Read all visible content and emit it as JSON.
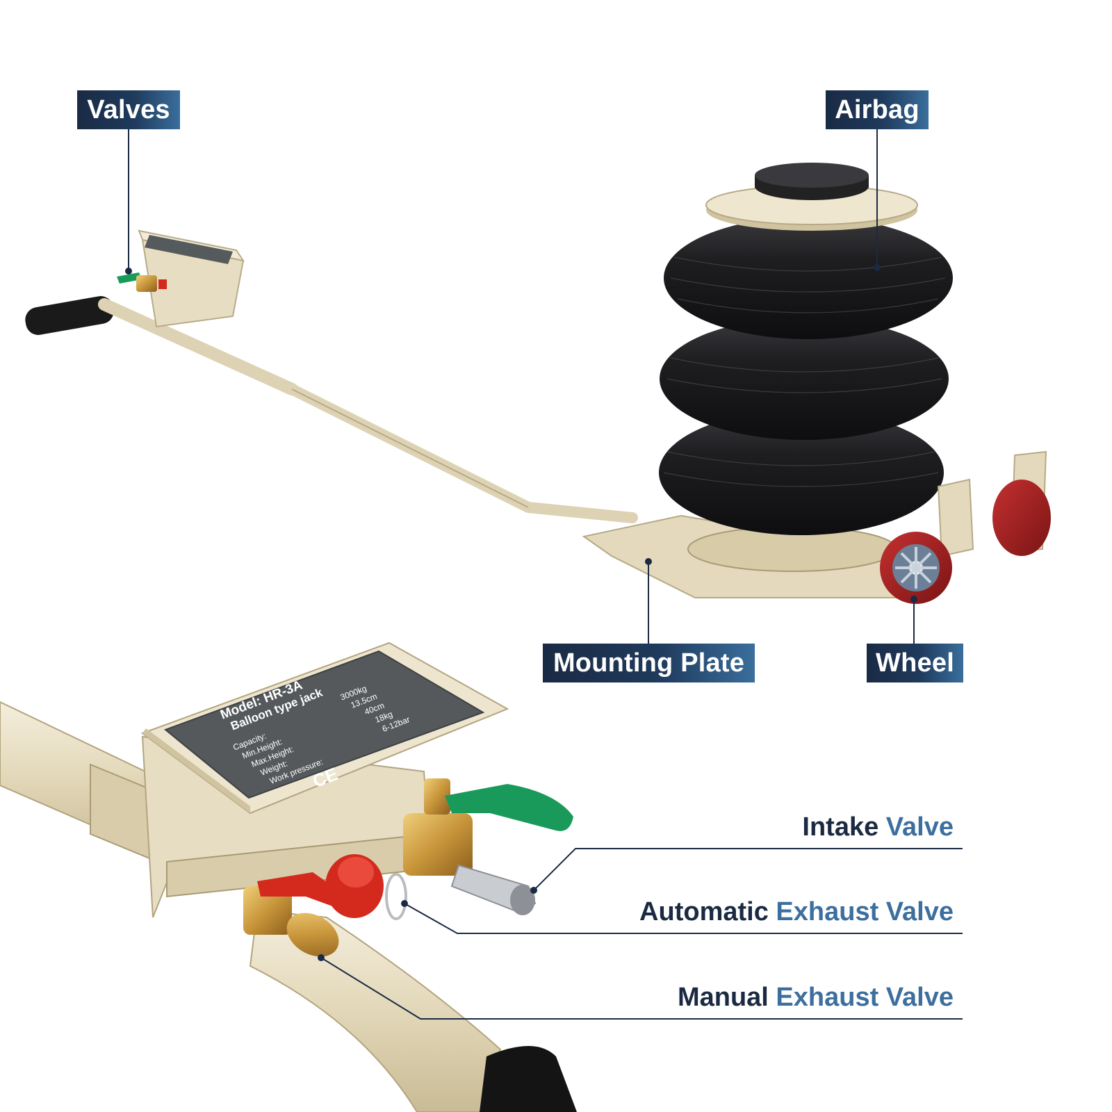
{
  "labels": {
    "valves": "Valves",
    "airbag": "Airbag",
    "mounting_plate": "Mounting Plate",
    "wheel": "Wheel"
  },
  "callouts": {
    "intake": {
      "word1": "Intake",
      "word2": "Valve"
    },
    "automatic_exhaust": {
      "word1": "Automatic",
      "word2": "Exhaust Valve"
    },
    "manual_exhaust": {
      "word1": "Manual",
      "word2": "Exhaust Valve"
    }
  },
  "nameplate": {
    "model": "Model:  HR-3A",
    "type": "Balloon type jack",
    "rows": [
      {
        "label": "Capacity:",
        "value": "3000kg"
      },
      {
        "label": "Min.Height:",
        "value": "13.5cm"
      },
      {
        "label": "Max.Height:",
        "value": "40cm"
      },
      {
        "label": "Weight:",
        "value": "18kg"
      },
      {
        "label": "Work pressure:",
        "value": "6-12bar"
      }
    ],
    "ce_mark": "CE"
  },
  "colors": {
    "label_dark": "#1a2a44",
    "label_light": "#3a6e9c",
    "frame_beige": "#e6dcc0",
    "rubber_black": "#1c1c1e",
    "valve_red": "#d42a1e",
    "valve_green": "#1a9a5a",
    "brass": "#c8953a"
  }
}
